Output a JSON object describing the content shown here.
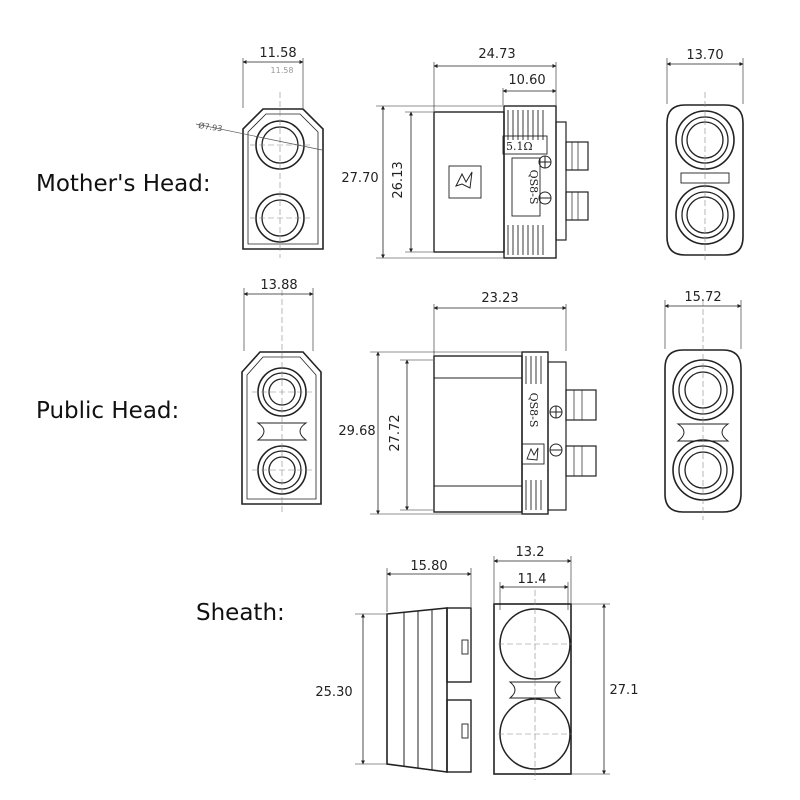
{
  "labels": {
    "mother": "Mother's Head:",
    "public": "Public Head:",
    "sheath": "Sheath:"
  },
  "mother": {
    "front_width": "11.58",
    "front_width_ghost": "11.58",
    "hole_diameter": "Ø7.93",
    "overall_length": "24.73",
    "rear_length": "10.60",
    "overall_height": "27.70",
    "body_height": "26.13",
    "resistor_mark": "5.1Ω",
    "model_mark": "QS8-S",
    "back_width": "13.70"
  },
  "public": {
    "front_width": "13.88",
    "overall_length": "23.23",
    "overall_height": "29.68",
    "body_height": "27.72",
    "model_mark": "QS8-S",
    "back_width": "15.72"
  },
  "sheath": {
    "side_length": "15.80",
    "side_height": "25.30",
    "outer_width": "13.2",
    "inner_width": "11.4",
    "front_height": "27.1"
  },
  "colors": {
    "line": "#222222",
    "centerline": "#888888",
    "gray": "#777777"
  }
}
